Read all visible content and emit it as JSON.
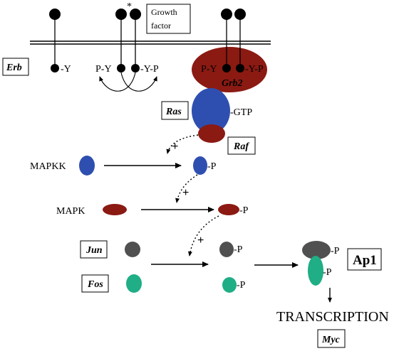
{
  "labels": {
    "growth_factor_line1": "Growth",
    "growth_factor_line2": "factor",
    "erb": "Erb",
    "y_left": "-Y",
    "py_mid": "P-Y",
    "yp_mid": "-Y-P",
    "star": "*",
    "py_right": "P-Y",
    "yp_right": "-Y-P",
    "grb2": "Grb2",
    "ras": "Ras",
    "gtp": "-GTP",
    "raf": "Raf",
    "plus1": "+",
    "mapkk": "MAPKK",
    "p_mapkk": "-P",
    "plus2": "+",
    "mapk": "MAPK",
    "p_mapk": "-P",
    "plus3": "+",
    "jun": "Jun",
    "fos": "Fos",
    "p_jun": "-P",
    "p_fos": "-P",
    "p_ap1_top": "-P",
    "p_ap1_bottom": "-P",
    "ap1": "Ap1",
    "transcription": "TRANSCRIPTION",
    "myc": "Myc"
  },
  "colors": {
    "blue": "#2f4fb0",
    "dark_red": "#8b1a12",
    "grey": "#505050",
    "green": "#1fae85",
    "black": "#000000"
  }
}
